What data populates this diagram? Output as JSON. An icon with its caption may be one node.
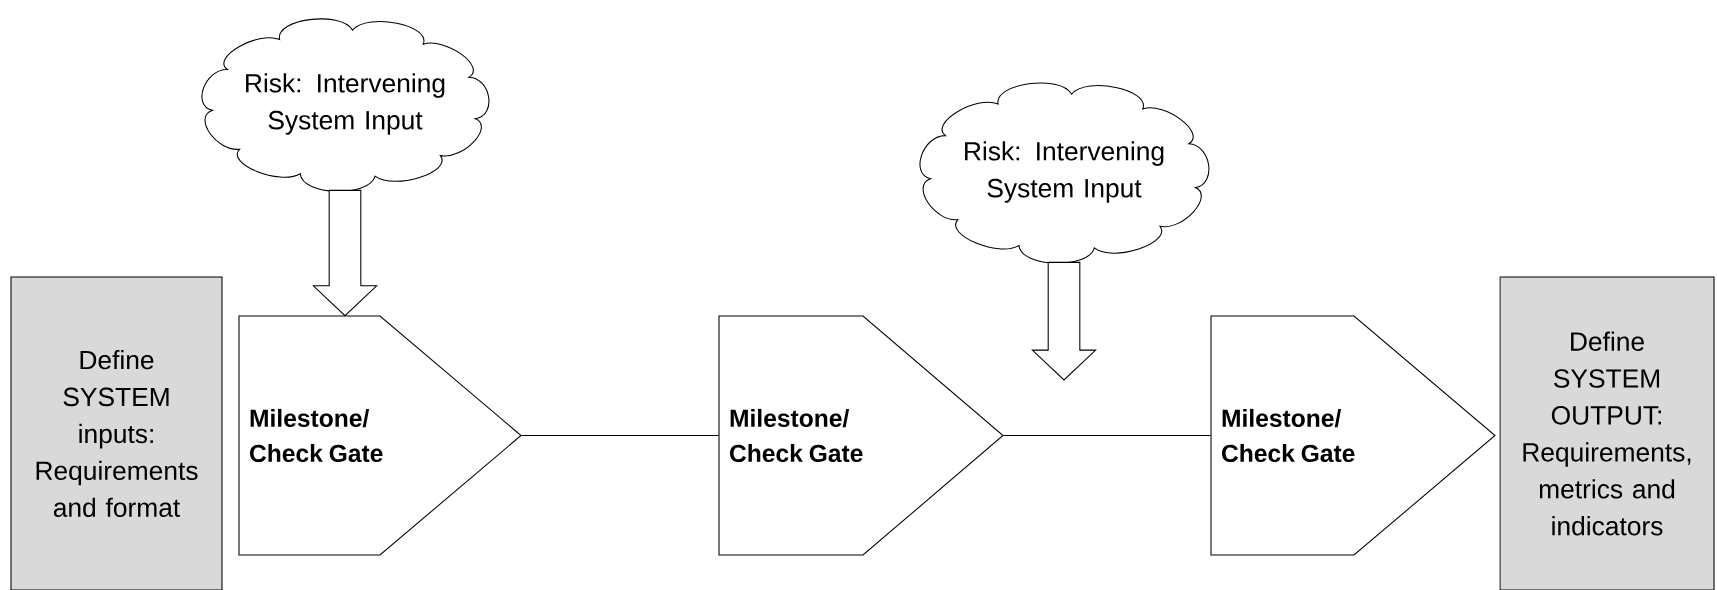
{
  "diagram": {
    "nodes": [
      {
        "text": [
          "Define SYSTEM inputs: Requirements and format"
        ]
      },
      {
        "text": [
          "Risk: Intervening System Input"
        ]
      },
      {
        "text": [
          "Milestone/ Check Gate"
        ]
      },
      {
        "text": [
          "Milestone/ Check Gate"
        ]
      },
      {
        "text": [
          "Risk: Intervening System Input"
        ]
      },
      {
        "text": [
          "Milestone/ Check Gate"
        ]
      },
      {
        "text": [
          "Define SYSTEM OUTPUT: Requirements, metrics and indicators"
        ]
      }
    ],
    "edges": [
      {
        "from": 1,
        "to": 2,
        "arrow": "to"
      },
      {
        "from": 2,
        "to": 3,
        "arrow": "none"
      },
      {
        "from": 4,
        "to": null,
        "arrow": "to"
      },
      {
        "from": 3,
        "to": 5,
        "arrow": "none"
      }
    ]
  }
}
